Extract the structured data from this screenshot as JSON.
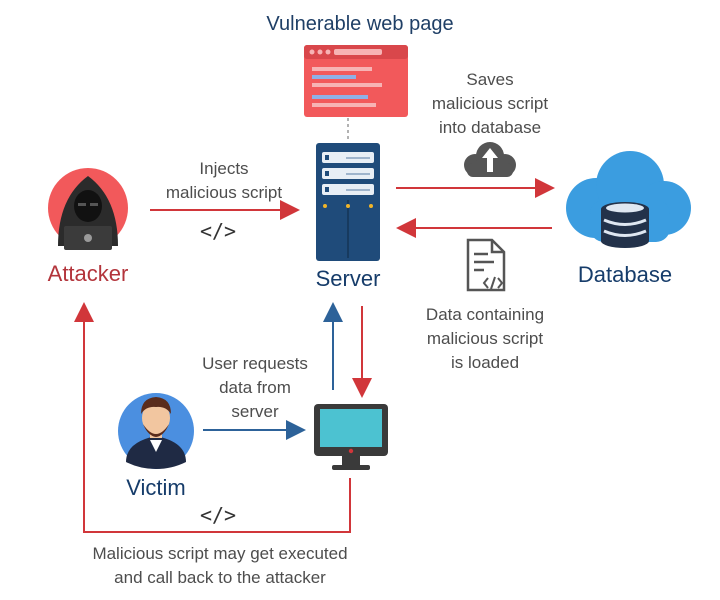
{
  "title": "Vulnerable web page",
  "nodes": {
    "attacker": "Attacker",
    "server": "Server",
    "database": "Database",
    "victim": "Victim"
  },
  "annotations": {
    "injects": [
      "Injects",
      "malicious script"
    ],
    "saves": [
      "Saves",
      "malicious script",
      "into database"
    ],
    "data_loaded": [
      "Data containing",
      "malicious script",
      "is loaded"
    ],
    "user_requests": [
      "User requests",
      "data from",
      "server"
    ],
    "callback": [
      "Malicious script may get executed",
      "and call back to the attacker"
    ]
  },
  "code_symbol": "</>",
  "colors": {
    "attacker_red": "#b3343b",
    "arrow_red": "#d1363a",
    "arrow_blue": "#2d6299",
    "server_navy": "#1f4b7a",
    "cloud_blue": "#3b9de0",
    "webpage_red": "#f2595b",
    "monitor_teal": "#4cc2d1"
  }
}
